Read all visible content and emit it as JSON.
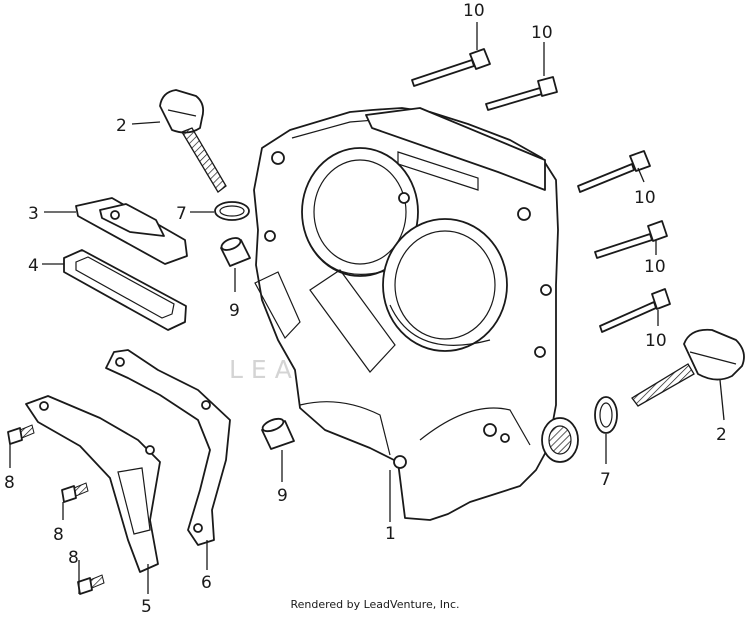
{
  "callouts": {
    "bolt_top_left": "10",
    "bolt_top_right": "10",
    "bolt_right_1": "10",
    "bolt_right_2": "10",
    "bolt_right_3": "10",
    "dipstick_left": "2",
    "oring_left": "7",
    "cover_plate": "3",
    "cover_gasket": "4",
    "dowel_upper": "9",
    "dowel_lower": "9",
    "guard": "5",
    "gasket": "6",
    "screw_a": "8",
    "screw_b": "8",
    "screw_c": "8",
    "case_cover": "1",
    "oring_right": "7",
    "dipstick_right": "2"
  },
  "watermark": "LEADVENTURE",
  "footer": "Rendered by LeadVenture, Inc."
}
